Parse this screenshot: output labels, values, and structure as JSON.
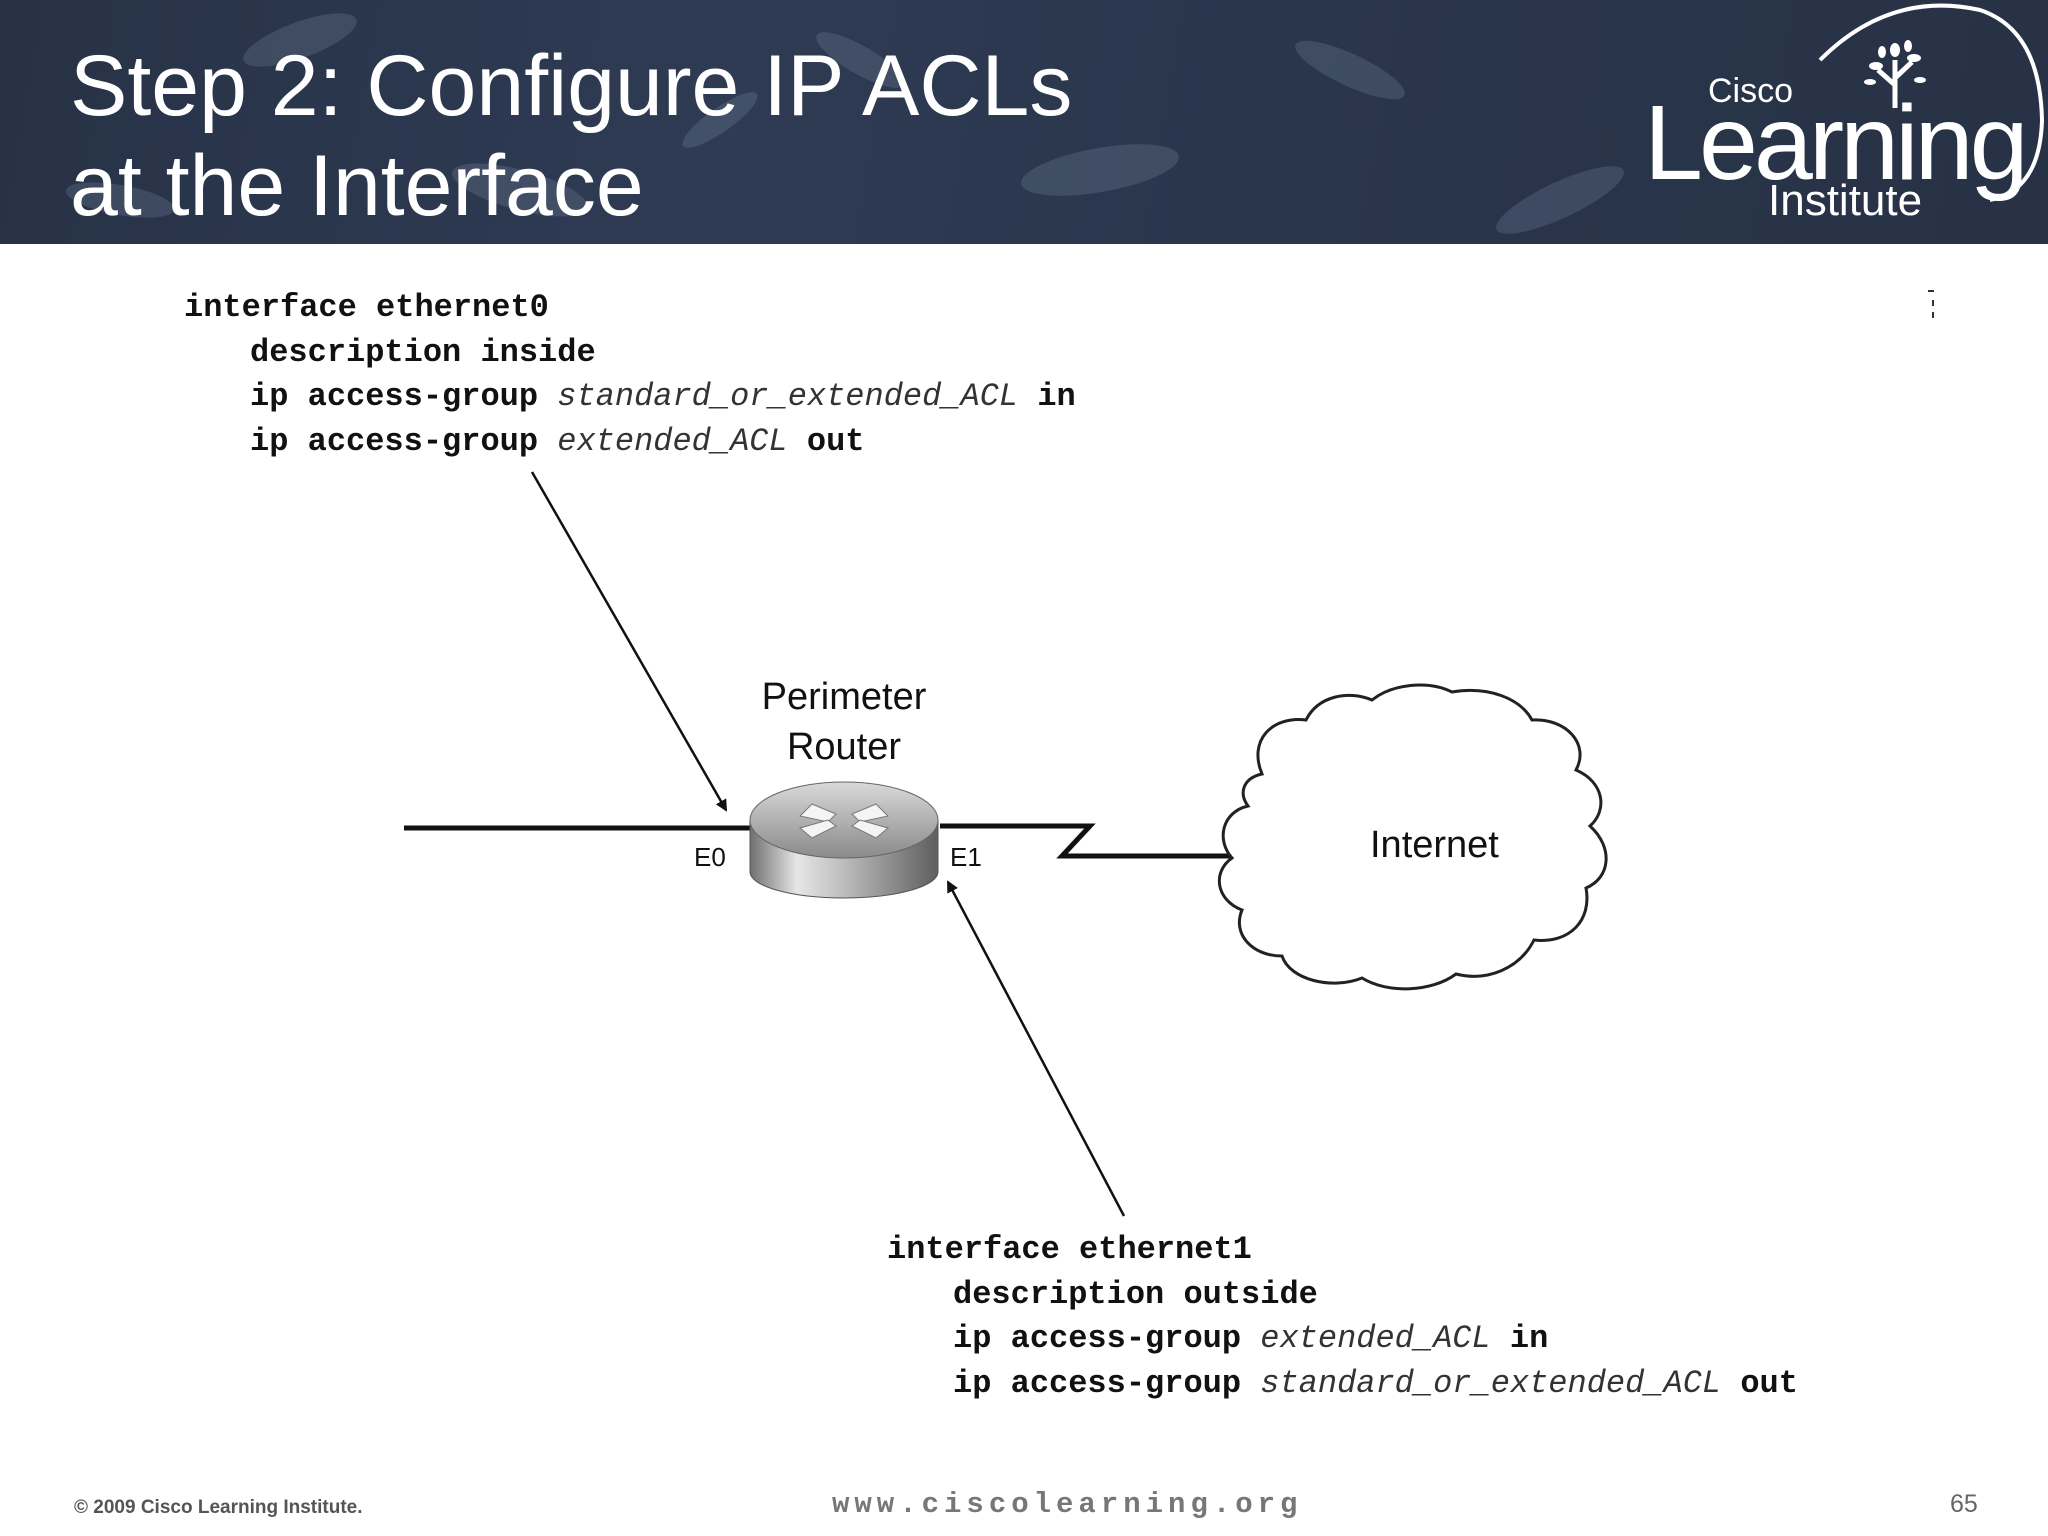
{
  "slide": {
    "title_line1": "Step 2: Configure IP ACLs",
    "title_line2": "at the Interface",
    "page_number": "65"
  },
  "logo": {
    "cisco": "Cisco",
    "learning": "Learning",
    "institute": "Institute"
  },
  "config_e0": {
    "line1": "interface ethernet0",
    "line2": "description inside",
    "line3_cmd": "ip access-group ",
    "line3_acl": "standard_or_extended_ACL",
    "line3_dir": " in",
    "line4_cmd": "ip access-group ",
    "line4_acl": "extended_ACL",
    "line4_dir": " out"
  },
  "config_e1": {
    "line1": "interface ethernet1",
    "line2": "description outside",
    "line3_cmd": "ip access-group ",
    "line3_acl": "extended_ACL",
    "line3_dir": " in",
    "line4_cmd": "ip access-group ",
    "line4_acl": "standard_or_extended_ACL",
    "line4_dir": " out"
  },
  "diagram": {
    "router_label_line1": "Perimeter",
    "router_label_line2": "Router",
    "port_e0": "E0",
    "port_e1": "E1",
    "cloud_label": "Internet"
  },
  "footer": {
    "copyright": "© 2009 Cisco Learning Institute.",
    "url": "www.ciscolearning.org"
  }
}
